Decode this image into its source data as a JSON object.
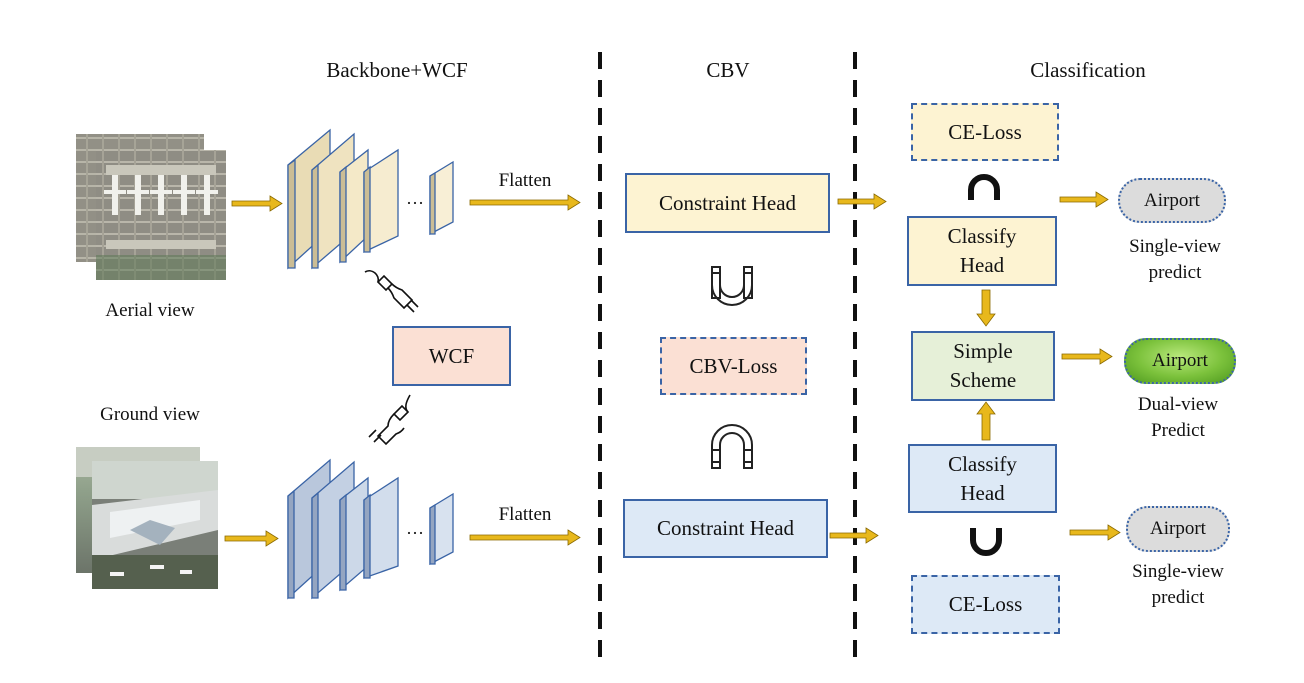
{
  "sections": {
    "backbone": "Backbone+WCF",
    "cbv": "CBV",
    "classification": "Classification"
  },
  "inputs": {
    "aerial_label": "Aerial view",
    "ground_label": "Ground view"
  },
  "flatten_top": "Flatten",
  "flatten_bottom": "Flatten",
  "ellipsis_top": "···",
  "ellipsis_bottom": "···",
  "wcf": "WCF",
  "cbv_loss": "CBV-Loss",
  "constraint_head_top": "Constraint Head",
  "constraint_head_bottom": "Constraint Head",
  "ce_loss_top": "CE-Loss",
  "ce_loss_bottom": "CE-Loss",
  "classify_head_top": [
    "Classify",
    "Head"
  ],
  "classify_head_bottom": [
    "Classify",
    "Head"
  ],
  "simple_scheme": [
    "Simple",
    "Scheme"
  ],
  "outputs": {
    "top": {
      "pill": "Airport",
      "caption": [
        "Single-view",
        "predict"
      ]
    },
    "middle": {
      "pill": "Airport",
      "caption": [
        "Dual-view",
        "Predict"
      ]
    },
    "bottom": {
      "pill": "Airport",
      "caption": [
        "Single-view",
        "predict"
      ]
    }
  },
  "colors": {
    "arrow": "#e8b81c",
    "box_border": "#3a64a6",
    "yellow_fill": "#fdf3d2",
    "blue_fill": "#dde9f6",
    "green_fill": "#e6f0d8",
    "pink_fill": "#fbe0d4"
  }
}
